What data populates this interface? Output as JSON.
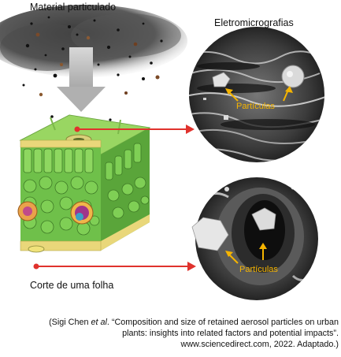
{
  "labels": {
    "material": "Material particulado",
    "eletromicrografias": "Eletromicrografias",
    "corte": "Corte de uma folha",
    "particulas_top": "Partículas",
    "particulas_bottom": "Partículas"
  },
  "caption": {
    "open": "(Sigi Chen ",
    "etal": "et al",
    "line1_rest": ". “Composition and size of retained aerosol particles on urban",
    "line2": "plants: insights into related factors and potential impacts”.",
    "line3": "www.sciencedirect.com, 2022. Adaptado.)"
  },
  "colors": {
    "arrow_red": "#e0322d",
    "label_yellow": "#f5b400",
    "leaf_green": "#7cc44e",
    "cuticle_yellow": "#e9d77a"
  }
}
